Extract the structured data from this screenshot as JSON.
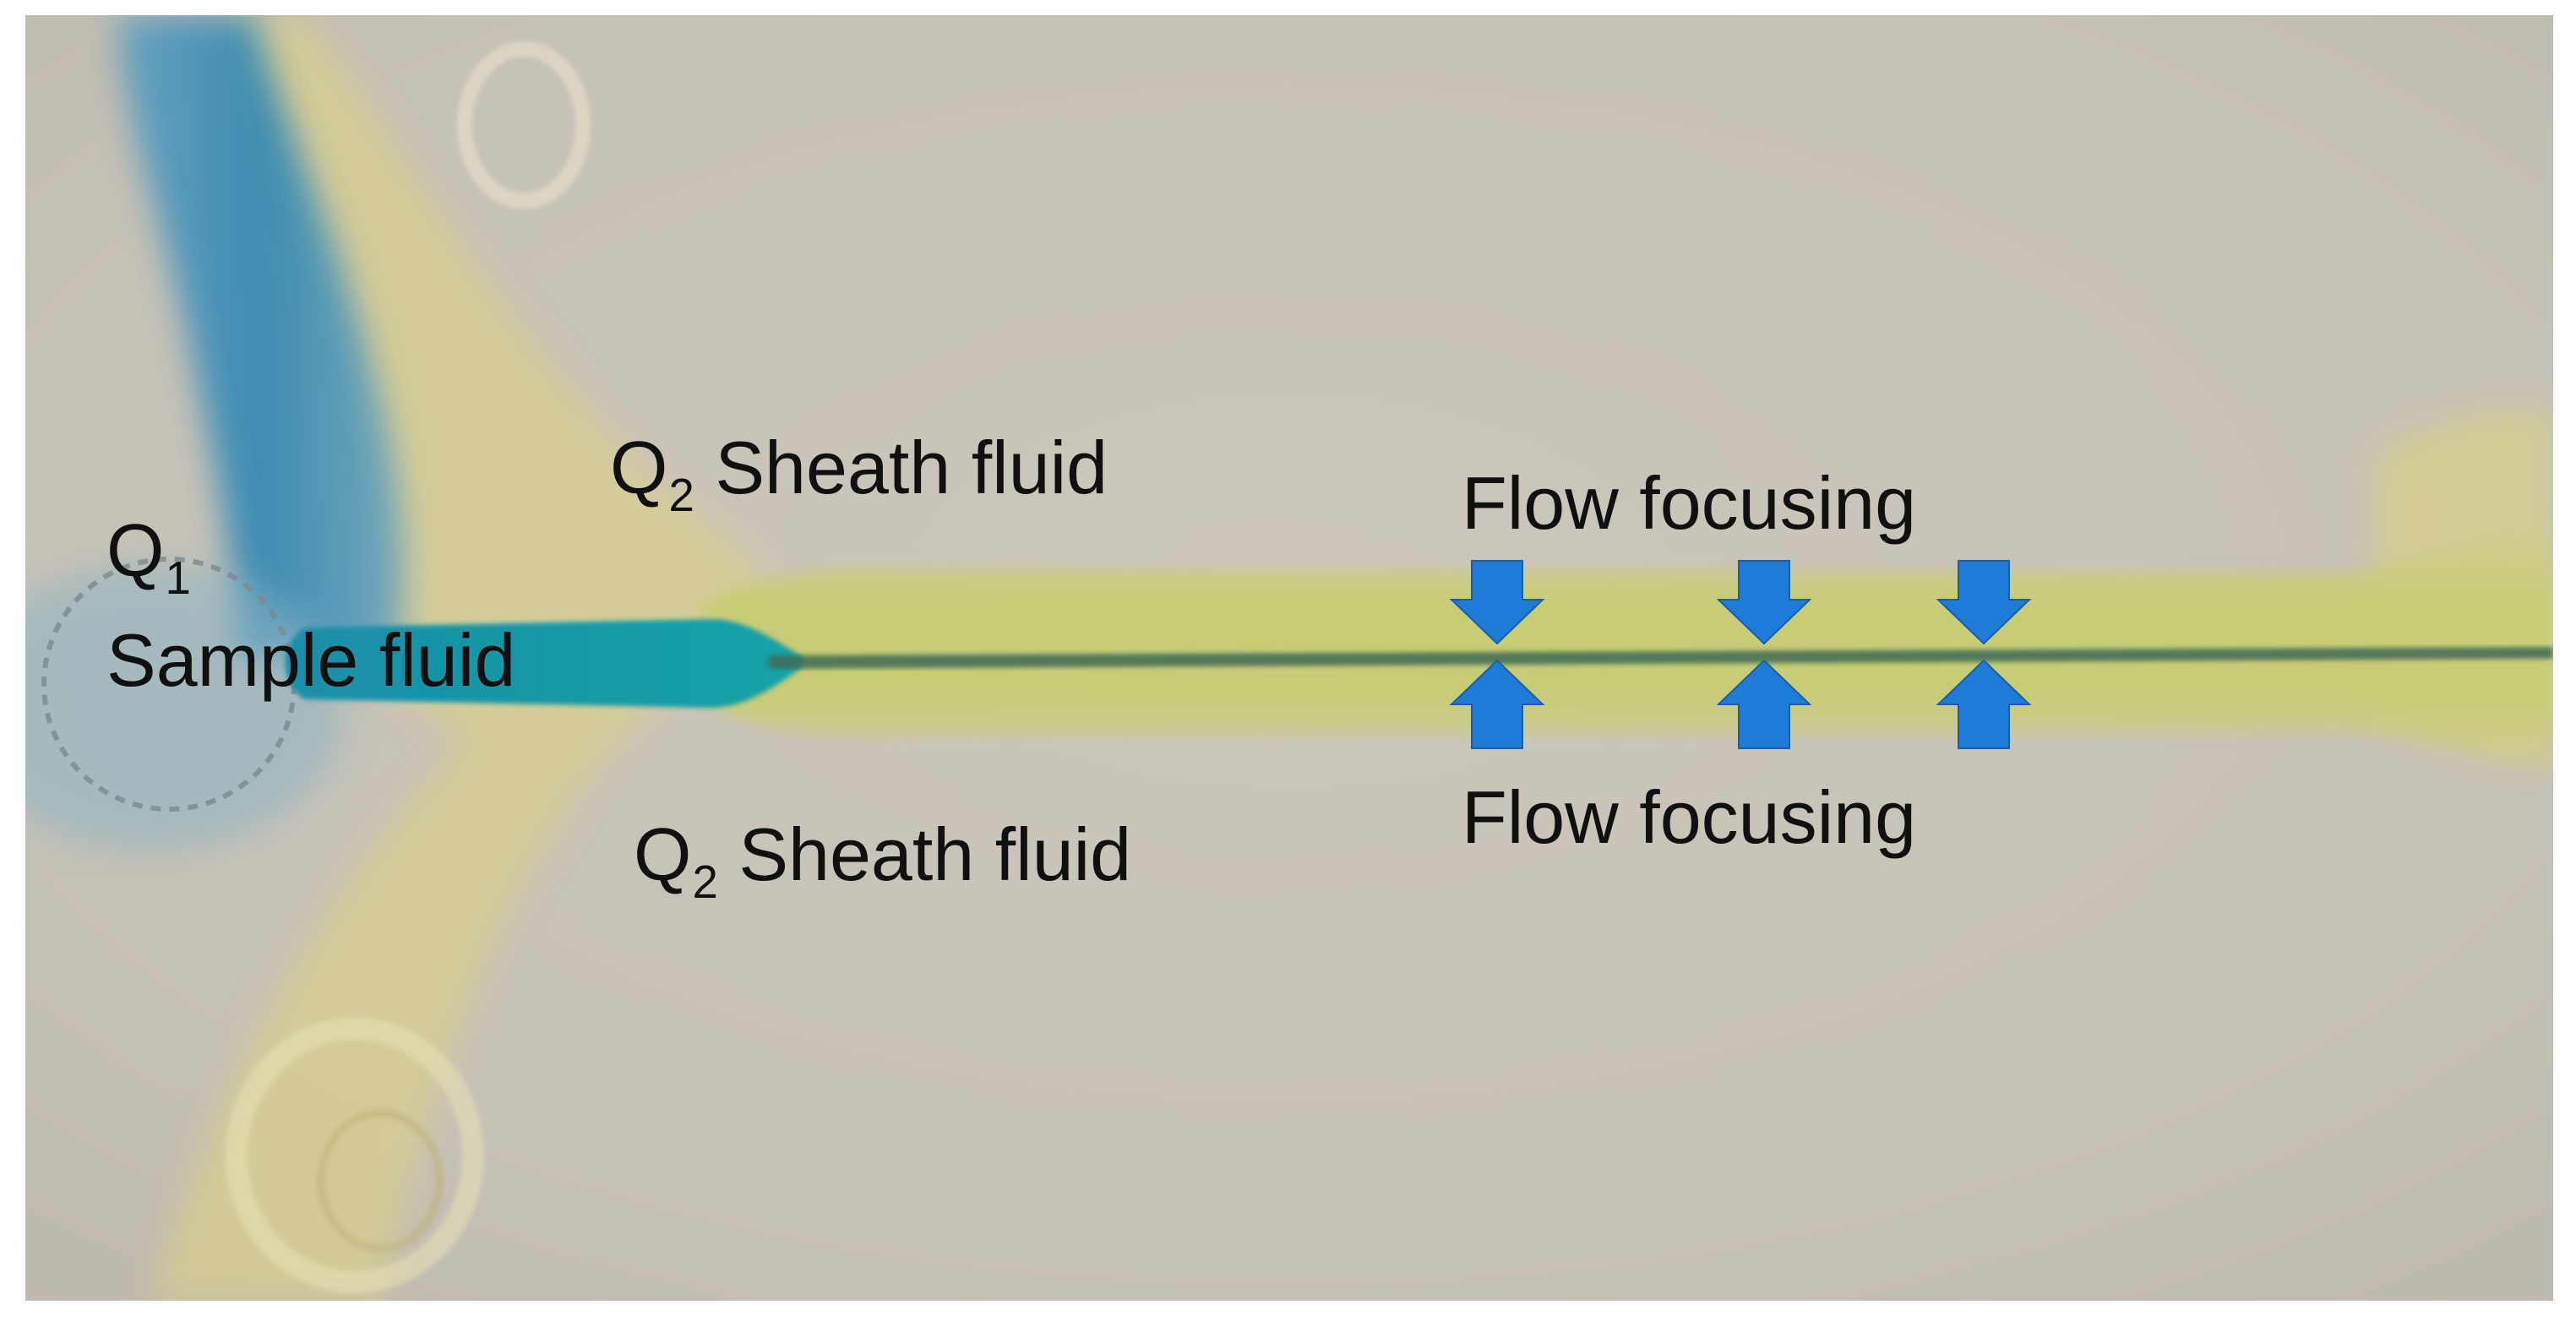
{
  "colors": {
    "paper": "#c9c4ba",
    "sample_dye": "#1a8fae",
    "sheath_dye": "#cfc97a",
    "arrow": "#1f7bd8",
    "text": "#101010"
  },
  "labels": {
    "q1_symbol": "Q",
    "q1_subscript": "1",
    "sample_fluid": "Sample fluid",
    "q2_top_symbol": "Q",
    "q2_top_subscript": "2",
    "q2_top_text": "Sheath fluid",
    "q2_bottom_symbol": "Q",
    "q2_bottom_subscript": "2",
    "q2_bottom_text": "Sheath fluid",
    "flow_focusing_top": "Flow focusing",
    "flow_focusing_bottom": "Flow focusing"
  },
  "icons": {
    "down_arrow": "arrow-down-icon",
    "up_arrow": "arrow-up-icon"
  }
}
